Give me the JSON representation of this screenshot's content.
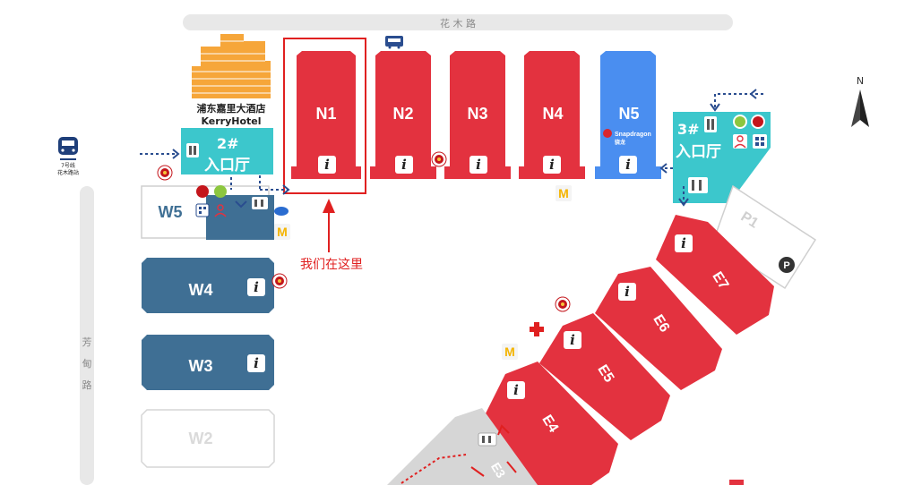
{
  "roads": {
    "top": "花 木 路",
    "left": [
      "芳",
      "甸",
      "路"
    ]
  },
  "metro": {
    "line": "7号线",
    "station": "花木路站"
  },
  "hotel": {
    "name_cn": "浦东嘉里大酒店",
    "name_en": "KerryHotel"
  },
  "entrances": {
    "e2": {
      "num": "2#",
      "label": "入口厅"
    },
    "e3": {
      "num": "3#",
      "label": "入口厅"
    }
  },
  "halls": {
    "N1": "N1",
    "N2": "N2",
    "N3": "N3",
    "N4": "N4",
    "N5": "N5",
    "W5": "W5",
    "W4": "W4",
    "W3": "W3",
    "W2": "W2",
    "E7": "E7",
    "E6": "E6",
    "E5": "E5",
    "E4": "E4",
    "E3": "E3",
    "P1": "P1"
  },
  "sponsor": {
    "name": "Snapdragon",
    "sub": "骁龙"
  },
  "annotation": {
    "text": "我们在这里"
  },
  "icons": {
    "info": "i",
    "parking": "P",
    "mcdonalds": "M"
  },
  "colors": {
    "hall_red": "#e3323f",
    "hall_blue": "#4a8ef0",
    "hall_steel": "#3f6f94",
    "hall_grey": "#d6d6d6",
    "entrance_cyan": "#3cc7cc",
    "marker_red": "#e02020",
    "road": "#e8e8e8"
  }
}
